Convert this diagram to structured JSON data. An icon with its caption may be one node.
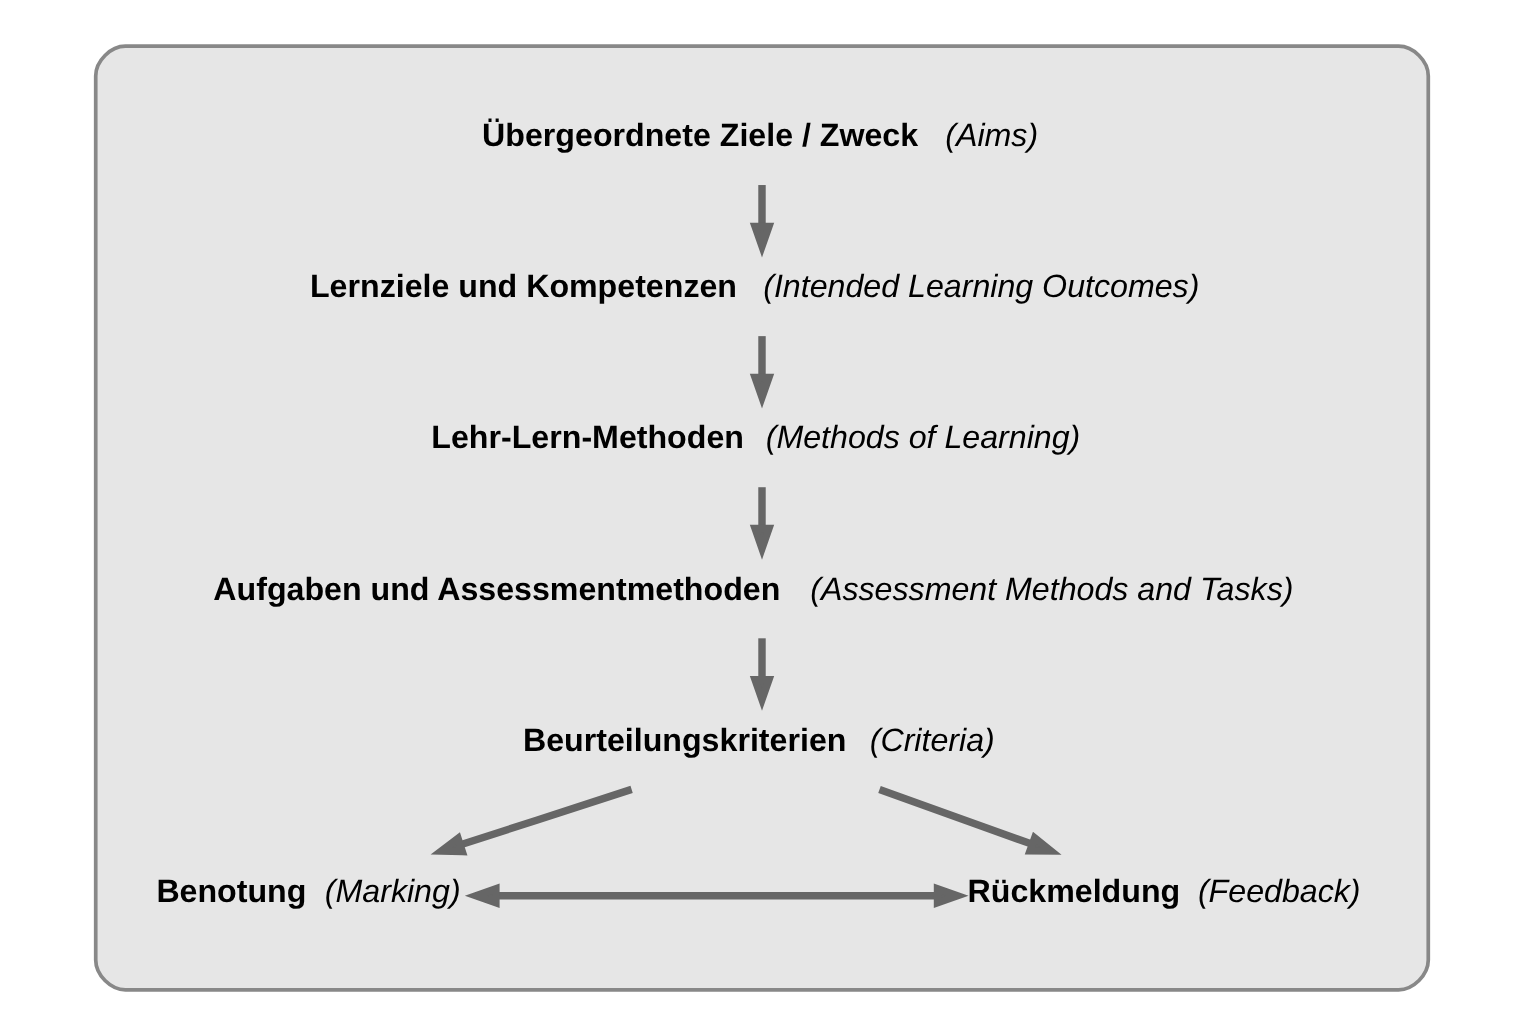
{
  "diagram": {
    "nodes": [
      {
        "text": [],
        "shape": "box"
      },
      {
        "text": [
          "**Übergeordnete Ziele / Zweck** *(Aims)*"
        ],
        "in": 0
      },
      {
        "text": [
          "**Lernziele und Kompetenzen** *(Intended Learning Outcomes)*"
        ],
        "in": 0
      },
      {
        "text": [
          "**Lehr-Lern-Methoden** *(Methods of Learning)*"
        ],
        "in": 0
      },
      {
        "text": [
          "**Aufgaben und Assessmentmethoden** *(Assessment Methods and Tasks)*"
        ],
        "in": 0
      },
      {
        "text": [
          "**Beurteilungskriterien** *(Criteria)*"
        ],
        "in": 0
      },
      {
        "text": [
          "**Benotung** *(Marking)*"
        ],
        "in": 0
      },
      {
        "text": [
          "**Rückmeldung** *(Feedback)*"
        ],
        "in": 0
      }
    ],
    "edges": [
      {
        "from": 1,
        "to": 2,
        "arrow": "to"
      },
      {
        "from": 2,
        "to": 3,
        "arrow": "to"
      },
      {
        "from": 3,
        "to": 4,
        "arrow": "to"
      },
      {
        "from": 4,
        "to": 5,
        "arrow": "to"
      },
      {
        "from": 5,
        "to": 6,
        "arrow": "to"
      },
      {
        "from": 5,
        "to": 7,
        "arrow": "to"
      },
      {
        "from": 6,
        "to": 7,
        "arrow": "both"
      }
    ]
  }
}
